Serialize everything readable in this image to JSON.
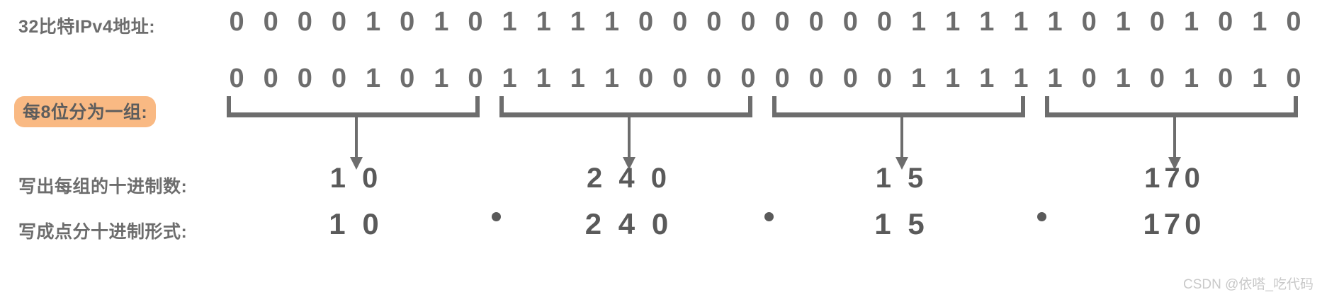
{
  "labels": {
    "address_row": "32比特IPv4地址:",
    "group_row": "每8位分为一组:",
    "decimal_row": "写出每组的十进制数:",
    "dotted_row": "写成点分十进制形式:"
  },
  "colors": {
    "text": "#6d6d6d",
    "highlight_bg": "#f9b983",
    "rule": "#6d6d6d",
    "watermark": "#c9c9c9"
  },
  "binary": {
    "full": "00001010111100000000111110101010",
    "bits": [
      "0",
      "0",
      "0",
      "0",
      "1",
      "0",
      "1",
      "0",
      "1",
      "1",
      "1",
      "1",
      "0",
      "0",
      "0",
      "0",
      "0",
      "0",
      "0",
      "0",
      "1",
      "1",
      "1",
      "1",
      "1",
      "0",
      "1",
      "0",
      "1",
      "0",
      "1",
      "0"
    ],
    "octets": [
      {
        "bits": [
          "0",
          "0",
          "0",
          "0",
          "1",
          "0",
          "1",
          "0"
        ],
        "decimal": "1 0"
      },
      {
        "bits": [
          "1",
          "1",
          "1",
          "1",
          "0",
          "0",
          "0",
          "0"
        ],
        "decimal": "2 4 0"
      },
      {
        "bits": [
          "0",
          "0",
          "0",
          "0",
          "1",
          "1",
          "1",
          "1"
        ],
        "decimal": "1 5"
      },
      {
        "bits": [
          "1",
          "0",
          "1",
          "0",
          "1",
          "0",
          "1",
          "0"
        ],
        "decimal": "170"
      }
    ]
  },
  "decimals": [
    "1 0",
    "2 4 0",
    "1 5",
    "170"
  ],
  "dotted": {
    "parts": [
      "1 0",
      "2 4 0",
      "1 5",
      "170"
    ],
    "separator": "."
  },
  "watermark": "CSDN @依嗒_吃代码"
}
